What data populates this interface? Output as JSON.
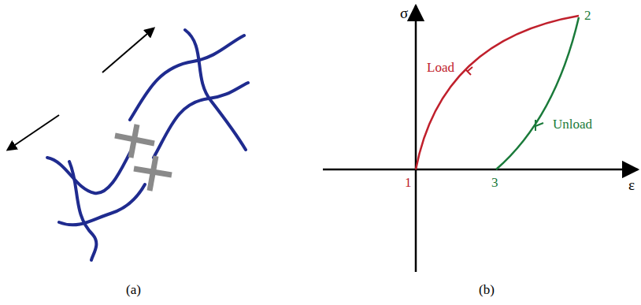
{
  "diagram": {
    "labels": [
      "(a)",
      "(b)",
      "σ",
      "ε",
      "1",
      "2",
      "3",
      "Load",
      "Unload"
    ]
  }
}
